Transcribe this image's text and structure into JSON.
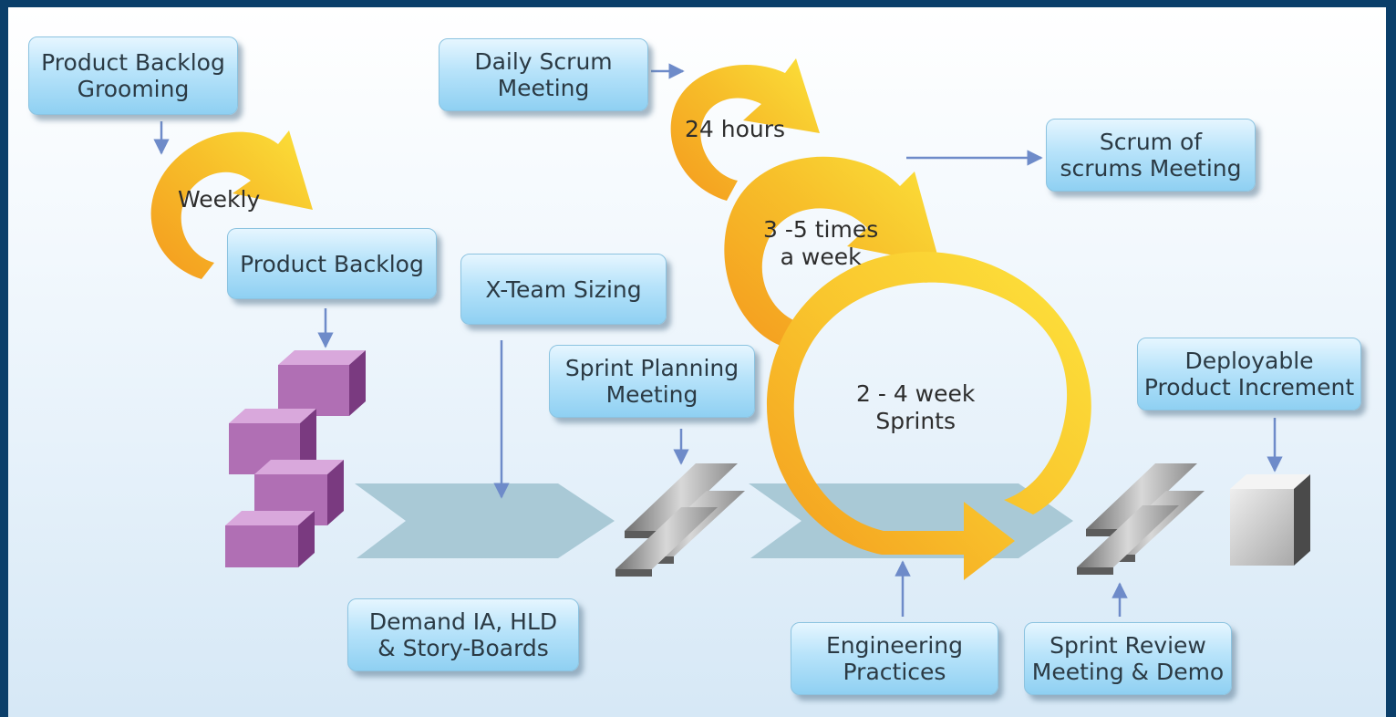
{
  "boxes": {
    "backlog_grooming": [
      "Product Backlog",
      "Grooming"
    ],
    "product_backlog": [
      "Product Backlog"
    ],
    "daily_scrum": [
      "Daily Scrum",
      "Meeting"
    ],
    "scrum_of_scrums": [
      "Scrum of",
      "scrums Meeting"
    ],
    "x_team_sizing": [
      "X-Team Sizing"
    ],
    "sprint_planning": [
      "Sprint Planning",
      "Meeting"
    ],
    "deployable_increment": [
      "Deployable",
      "Product Increment"
    ],
    "demand_ia": [
      "Demand IA, HLD",
      "& Story-Boards"
    ],
    "engineering_practices": [
      "Engineering",
      "Practices"
    ],
    "sprint_review": [
      "Sprint Review",
      "Meeting & Demo"
    ]
  },
  "cycles": {
    "weekly": "Weekly",
    "daily": "24 hours",
    "scrum_of_scrums": [
      "3 -5 times",
      "a week"
    ],
    "sprint": [
      "2 - 4 week",
      "Sprints"
    ]
  },
  "colors": {
    "border": "#0b3f6a",
    "box_fill": "#b7e3fa",
    "arrow_gold": "#f5b62a",
    "connector": "#6e8bc9",
    "backlog_block": "#a55aa8",
    "flow_band": "#a9c9d6",
    "bar": "#8d8d8d"
  }
}
